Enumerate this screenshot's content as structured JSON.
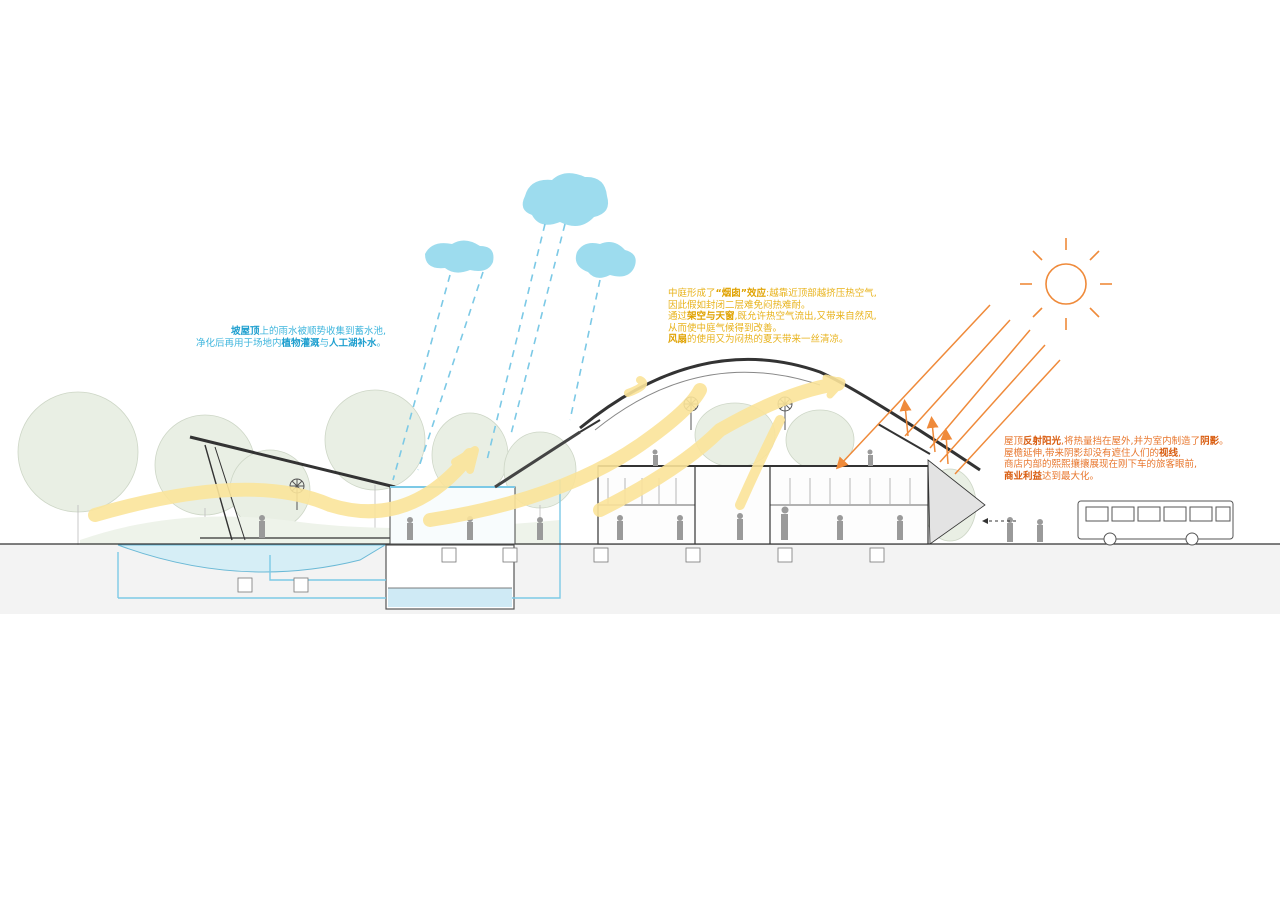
{
  "colors": {
    "water": "#9ddcee",
    "water_text": "#3fb6dd",
    "airflow": "#fbe49a",
    "airflow_text": "#e8b31c",
    "sun": "#ef8a3a",
    "sun_text": "#e8772e",
    "tree": "#e9efe4",
    "line": "#3a3a3a"
  },
  "icons": [
    "cloud-icon",
    "rain-drop-icon",
    "sun-icon",
    "wind-turbine-icon",
    "bus-icon",
    "tree-icon",
    "person-icon"
  ],
  "rain_note": {
    "line1": {
      "bold": "坡屋顶",
      "rest": "上的雨水被顺势收集到蓄水池,"
    },
    "line2": {
      "pre": "净化后再用于场地内",
      "bold1": "植物灌溉",
      "mid": "与",
      "bold2": "人工湖补水",
      "end": "。"
    }
  },
  "chimney_note": {
    "line1": {
      "pre": "中庭形成了",
      "bold1": "“烟囱”效应",
      "rest": ":越靠近顶部越挤压热空气,"
    },
    "line2": "因此假如封闭二层难免闷热难耐。",
    "line3": {
      "pre": "通过",
      "bold": "架空与天窗",
      "rest": ",既允许热空气流出,又带来自然风,"
    },
    "line4": "从而使中庭气候得到改善。",
    "line5": {
      "bold": "风扇",
      "rest": "的使用又为闷热的夏天带来一丝清凉。"
    }
  },
  "sun_note": {
    "line1": {
      "pre": "屋顶",
      "bold1": "反射阳光",
      "mid": ",将热量挡在屋外,并为室内制造了",
      "bold2": "阴影",
      "end": "。"
    },
    "line2": {
      "pre": "屋檐延伸,带来阴影却没有遮住人们的",
      "bold": "视线",
      "end": ","
    },
    "line3": "商店内部的熙熙攘攘展现在刚下车的旅客眼前,",
    "line4": {
      "bold": "商业利益",
      "rest": "达到最大化。"
    }
  }
}
